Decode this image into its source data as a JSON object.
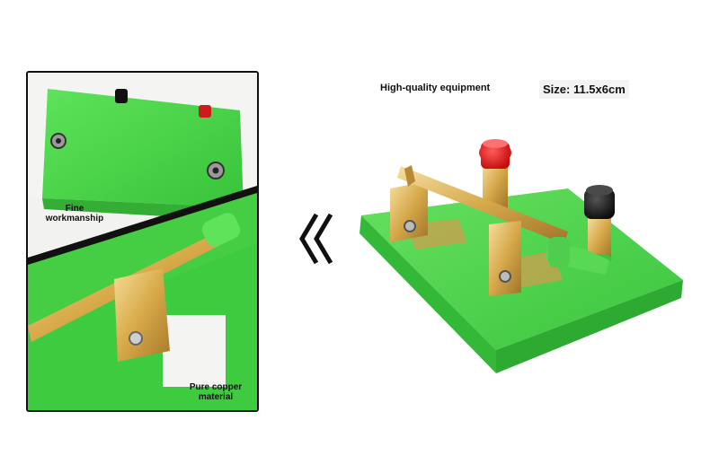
{
  "detail_panel": {
    "caption_top_line1": "Fine",
    "caption_top_line2": "workmanship",
    "caption_bottom_line1": "Pure copper",
    "caption_bottom_line2": "material"
  },
  "product_panel": {
    "quality_label": "High-quality equipment",
    "size_label": "Size: 11.5x6cm"
  },
  "colors": {
    "base_green": "#4fd84a",
    "terminal_red": "#e31212",
    "terminal_black": "#161616",
    "brass": "#d9b45a"
  },
  "icons": {
    "arrow": "double-chevron-left-icon"
  }
}
